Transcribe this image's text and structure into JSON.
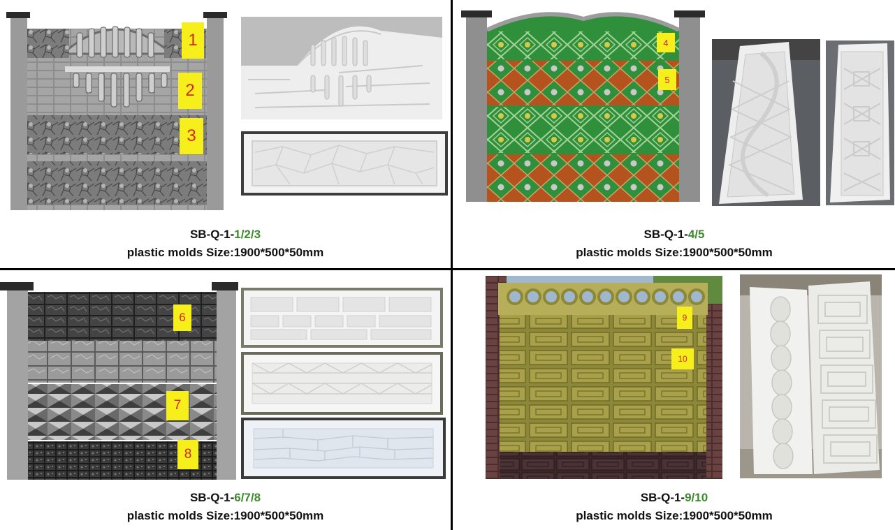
{
  "panels": [
    {
      "code_prefix": "SB-Q-1-",
      "code_suffix": "1/2/3",
      "size_line": "plastic molds Size:1900*500*50mm",
      "labels": [
        "1",
        "2",
        "3"
      ]
    },
    {
      "code_prefix": "SB-Q-1-",
      "code_suffix": "4/5",
      "size_line": "plastic molds Size:1900*500*50mm",
      "labels": [
        "4",
        "5"
      ]
    },
    {
      "code_prefix": "SB-Q-1-",
      "code_suffix": "6/7/8",
      "size_line": "plastic molds Size:1900*500*50mm",
      "labels": [
        "6",
        "7",
        "8"
      ]
    },
    {
      "code_prefix": "SB-Q-1-",
      "code_suffix": "9/10",
      "size_line": "plastic molds Size:1900*500*50mm",
      "labels": [
        "9",
        "10"
      ]
    }
  ],
  "colors": {
    "code_highlight": "#3d8a2e",
    "label_bg": "#f7ef1c",
    "label_text": "#d2281e",
    "divider": "#000000"
  }
}
